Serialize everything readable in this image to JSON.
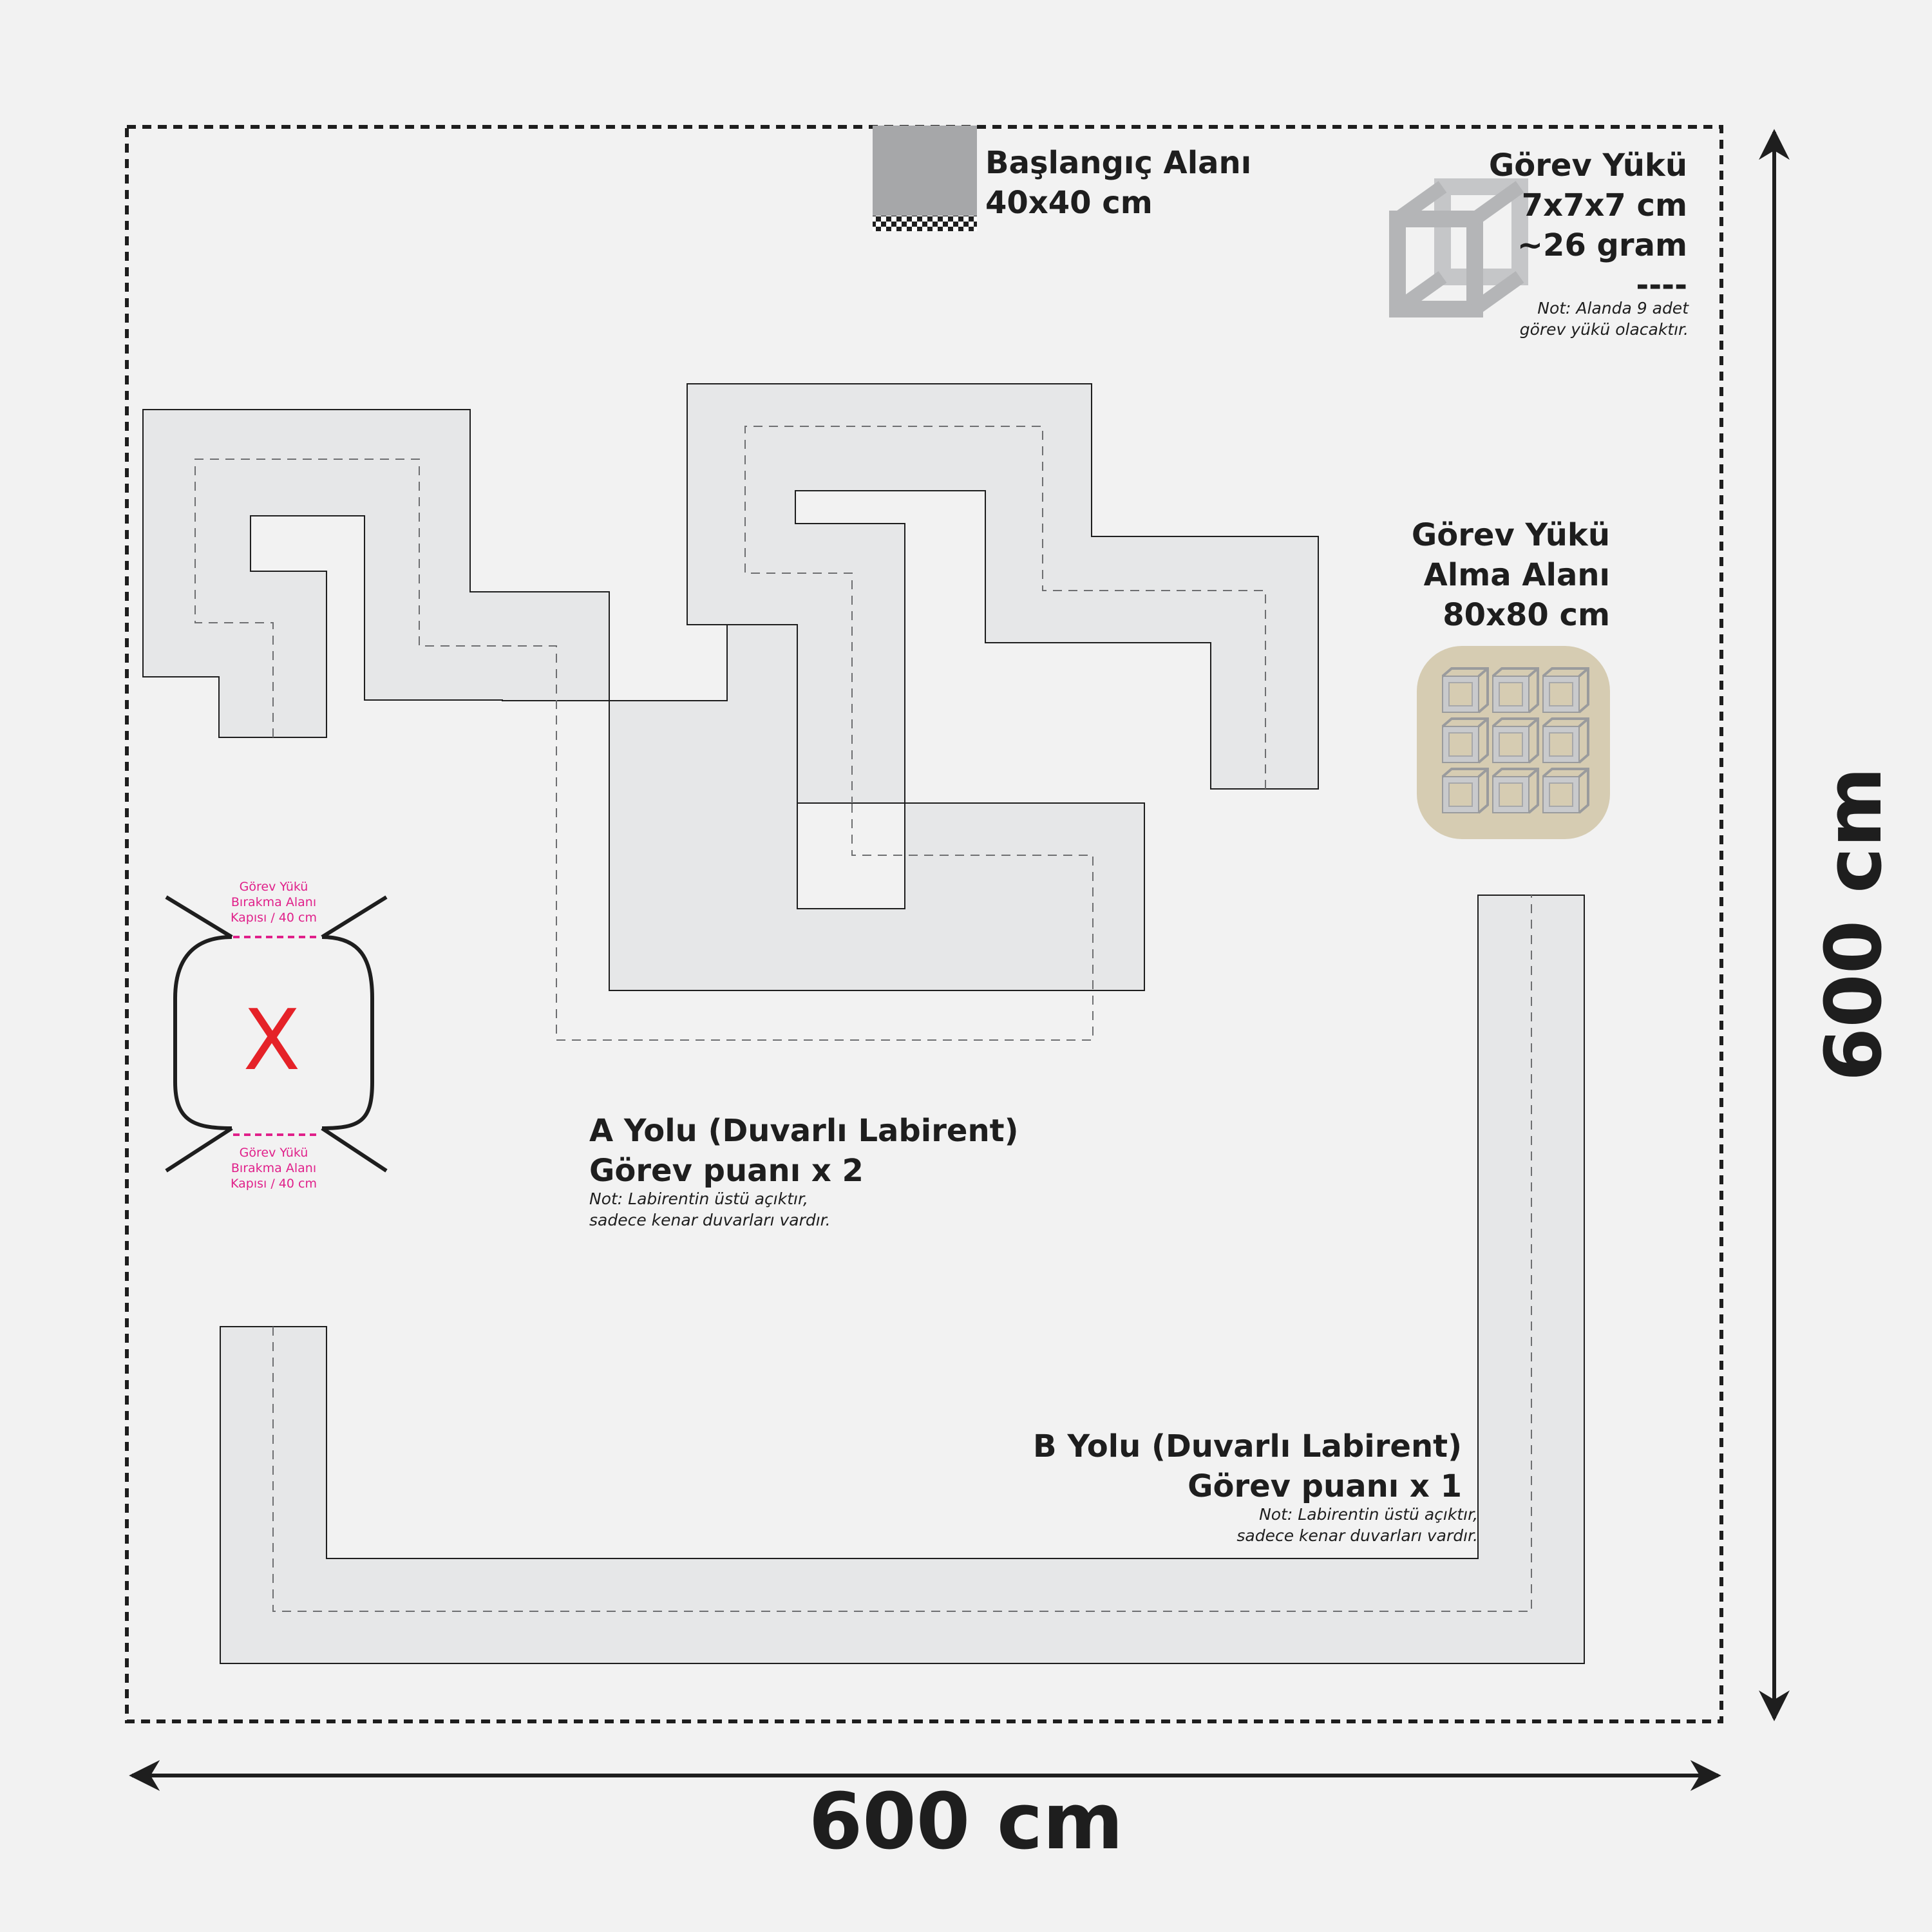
{
  "start_area": {
    "title": "Başlangıç Alanı",
    "size": "40x40 cm"
  },
  "payload": {
    "title": "Görev Yükü",
    "dimensions": "7x7x7 cm",
    "weight": "~26 gram",
    "separator": "----",
    "note_line1": "Not: Alanda 9 adet",
    "note_line2": "görev yükü olacaktır.",
    "icon": "cube-frame-icon"
  },
  "pickup_area": {
    "title_line1": "Görev Yükü",
    "title_line2": "Alma Alanı",
    "size": "80x80 cm",
    "cube_count": 9,
    "color": "#d6ccb2"
  },
  "drop_area": {
    "gate_top": [
      "Görev Yükü",
      "Bırakma Alanı",
      "Kapısı / 40 cm"
    ],
    "gate_bottom": [
      "Görev Yükü",
      "Bırakma Alanı",
      "Kapısı / 40 cm"
    ],
    "marker": "X",
    "marker_color": "#e52228",
    "gate_color": "#e0208a"
  },
  "path_a": {
    "title": "A Yolu (Duvarlı Labirent)",
    "score": "Görev puanı x 2",
    "note_line1": "Not: Labirentin üstü açıktır,",
    "note_line2": "sadece kenar duvarları vardır."
  },
  "path_b": {
    "title": "B Yolu (Duvarlı Labirent)",
    "score": "Görev puanı x 1",
    "note_line1": "Not: Labirentin üstü açıktır,",
    "note_line2": "sadece kenar duvarları vardır."
  },
  "dimensions": {
    "width": "600 cm",
    "height": "600 cm"
  },
  "colors": {
    "background": "#f2f2f2",
    "path_fill": "#e6e7e8",
    "start_fill": "#a6a7a9",
    "text": "#1e1e1e"
  }
}
